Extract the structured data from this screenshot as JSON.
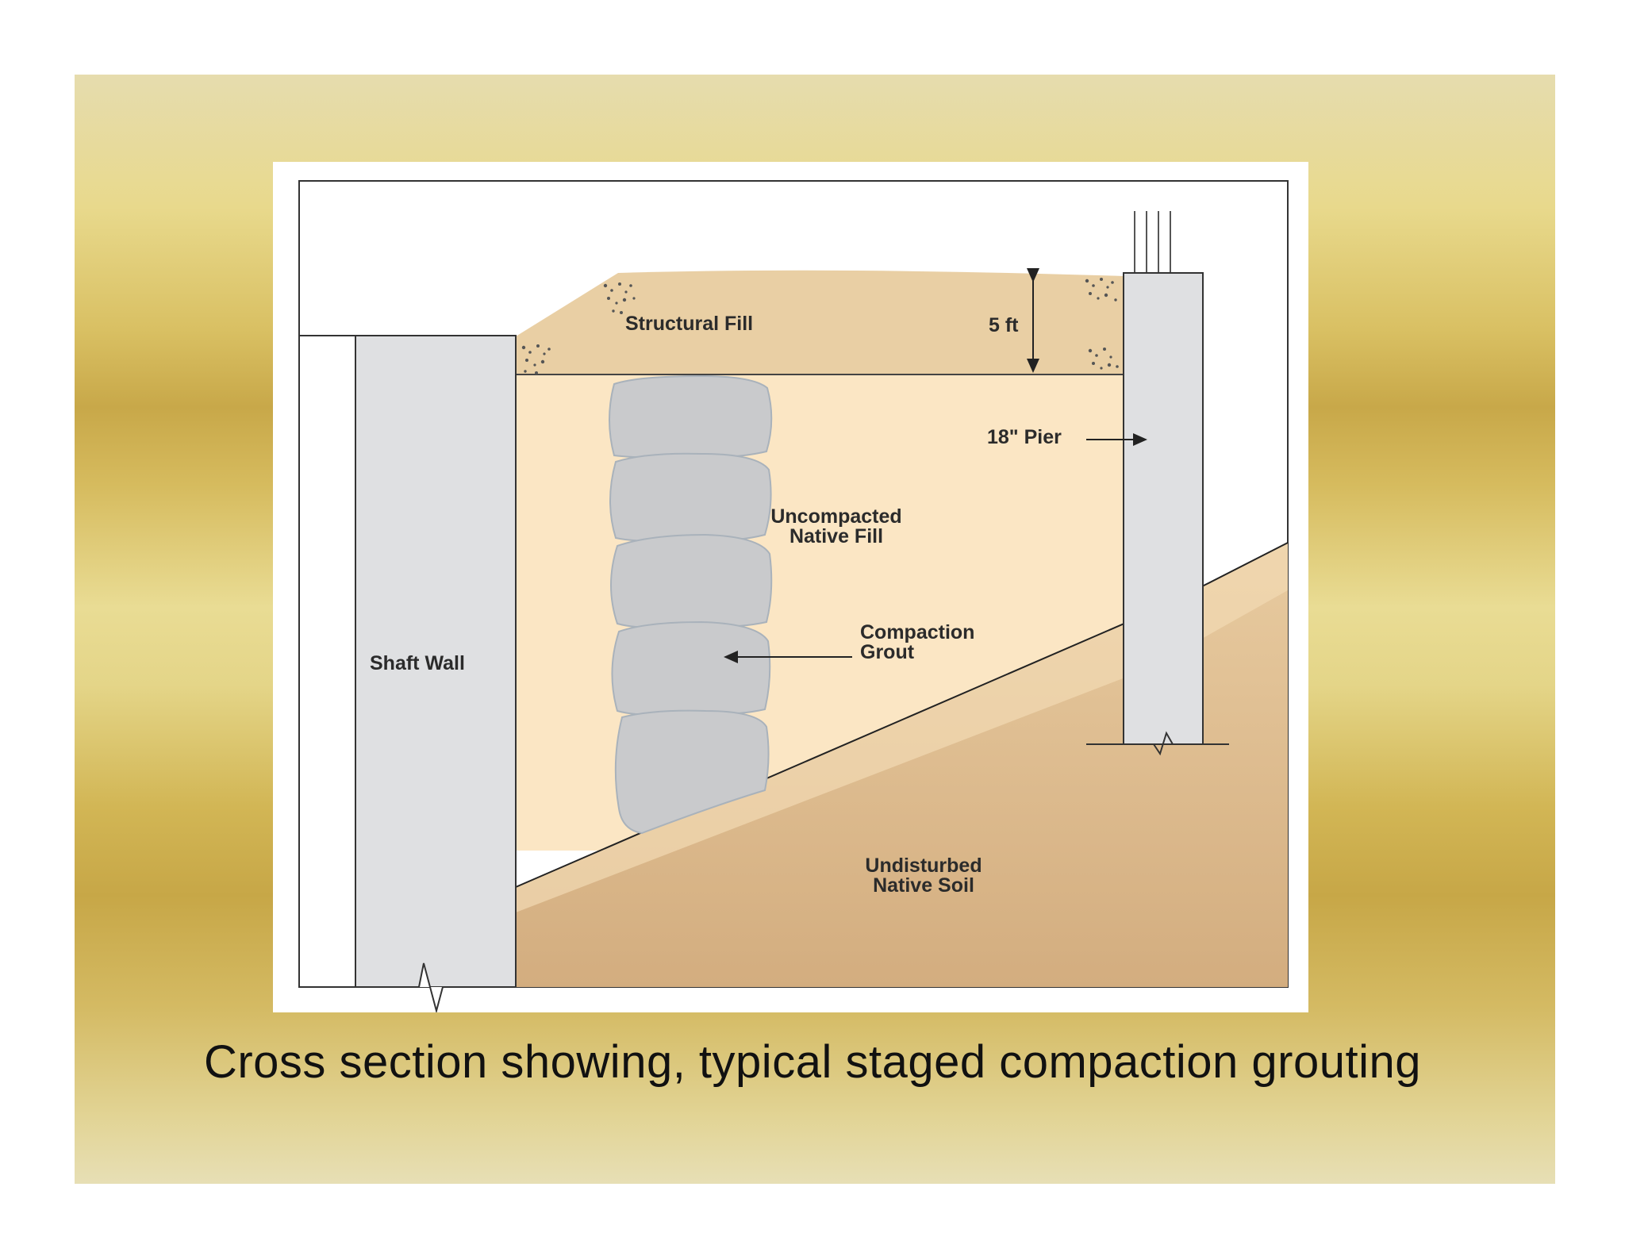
{
  "diagram": {
    "labels": {
      "structural_fill": "Structural Fill",
      "depth": "5 ft",
      "pier": "18\" Pier",
      "uncompacted_line1": "Uncompacted",
      "uncompacted_line2": "Native Fill",
      "compaction_line1": "Compaction",
      "compaction_line2": "Grout",
      "shaft_wall": "Shaft Wall",
      "undisturbed_line1": "Undisturbed",
      "undisturbed_line2": "Native Soil"
    },
    "colors": {
      "slide_gold": "#d6bb5e",
      "structural_fill": "#e9cfa4",
      "uncompacted_fill": "#fbe6c4",
      "native_soil": "#ddb98c",
      "concrete": "#dfe0e2",
      "grout": "#c9cacc"
    }
  },
  "caption": "Cross section showing, typical staged compaction grouting"
}
